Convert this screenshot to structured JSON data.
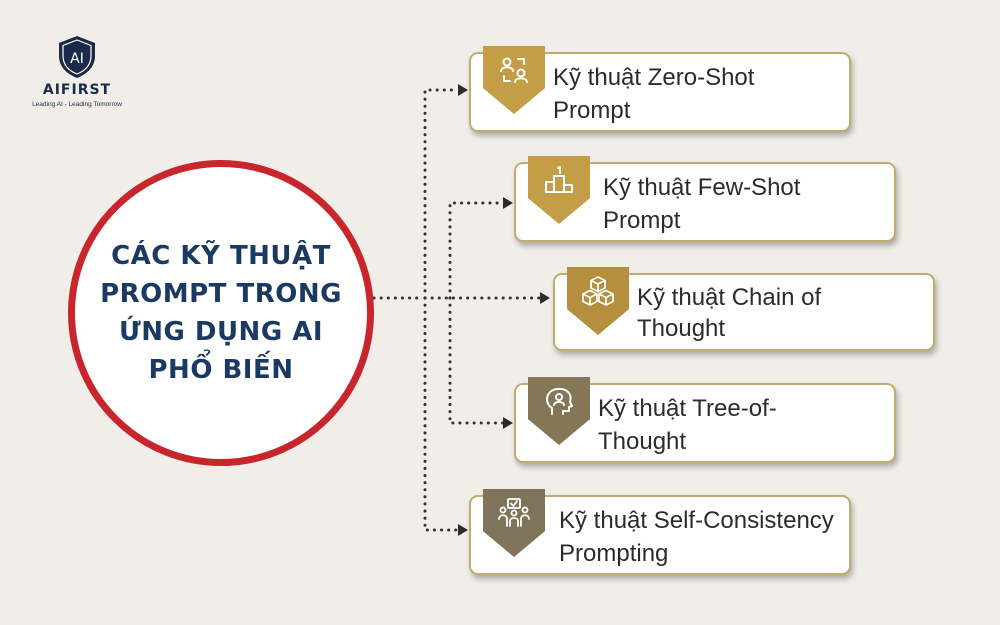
{
  "logo": {
    "mark": "AI",
    "name": "AIFIRST",
    "tagline": "Leading AI - Leading Tomorrow"
  },
  "center": {
    "title": "CÁC KỸ THUẬT PROMPT TRONG ỨNG DỤNG AI PHỔ BIẾN"
  },
  "items": [
    {
      "label": "Kỹ thuật Zero-Shot Prompt",
      "icon": "people-exchange-icon",
      "badge_color": "#c49e47"
    },
    {
      "label": "Kỹ thuật Few-Shot Prompt",
      "icon": "podium-icon",
      "badge_color": "#c49e47"
    },
    {
      "label": "Kỹ thuật Chain of Thought",
      "icon": "cubes-icon",
      "badge_color": "#b58f3e"
    },
    {
      "label": "Kỹ thuật Tree-of-Thought",
      "icon": "head-user-icon",
      "badge_color": "#857657"
    },
    {
      "label": "Kỹ thuật Self-Consistency Prompting",
      "icon": "team-check-icon",
      "badge_color": "#7f7459"
    }
  ],
  "colors": {
    "background": "#f1eee9",
    "circle_border": "#c8262c",
    "title": "#1b3a63",
    "card_border": "#c2ab6e",
    "connector": "#333333"
  }
}
